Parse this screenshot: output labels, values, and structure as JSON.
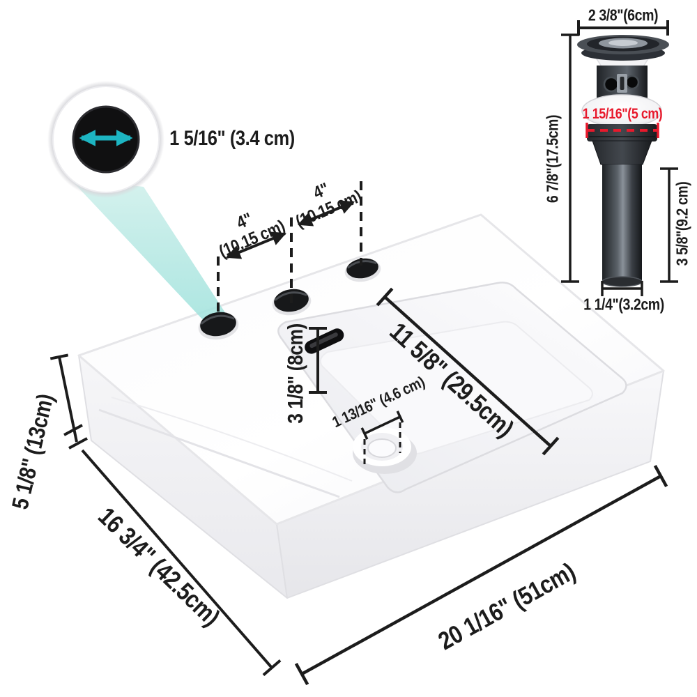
{
  "callout": {
    "diameter_label": "1 5/16\" (3.4 cm)"
  },
  "hole_spacing": {
    "left": {
      "inches": "4\"",
      "metric": "(10.15 cm)"
    },
    "right": {
      "inches": "4\"",
      "metric": "(10.15 cm)"
    }
  },
  "sink_dimensions": {
    "hole_to_basin": "3 1/8\" (8cm)",
    "basin_length": "11 5/8\" (29.5cm)",
    "drain_opening": "1 13/16\" (4.6 cm)",
    "height": "5 1/8\" (13cm)",
    "depth": "16 3/4\" (42.5cm)",
    "width": "20 1/16\" (51cm)"
  },
  "drain_assembly": {
    "cap_diameter": "2 3/8\"(6cm)",
    "thread_diameter": "1 15/16\"(5 cm)",
    "overall_height": "6 7/8\"(17.5cm)",
    "tailpipe_length": "3 5/8\"(9.2 cm)",
    "tailpipe_diameter": "1 1/4\"(3.2cm)"
  },
  "colors": {
    "ink": "#1c1c1c",
    "accent_cyan": "#1db5c2",
    "accent_red": "#e8192c"
  }
}
